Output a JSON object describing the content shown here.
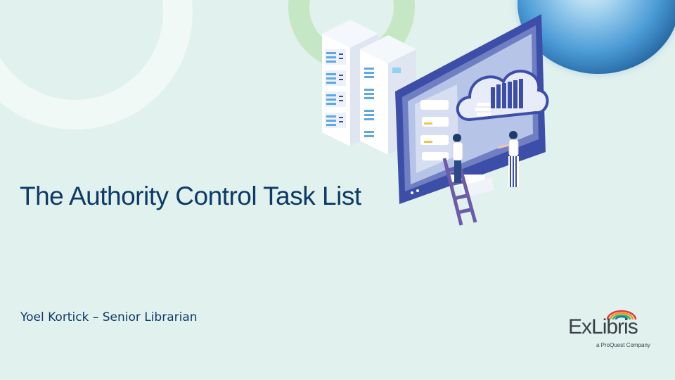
{
  "slide": {
    "title": "The Authority Control Task List",
    "subtitle": "Yoel Kortick – Senior Librarian"
  },
  "logo": {
    "brand": "ExLibris",
    "tagline": "a ProQuest Company"
  },
  "colors": {
    "background": "#e1f1ee",
    "title": "#0d3a67",
    "accent_blue": "#3d4ea8",
    "accent_green": "#c6e7c4"
  },
  "icons": [
    "globe-icon",
    "server-rack-icon",
    "monitor-icon",
    "cloud-books-icon",
    "ladder-icon",
    "person-icon"
  ]
}
